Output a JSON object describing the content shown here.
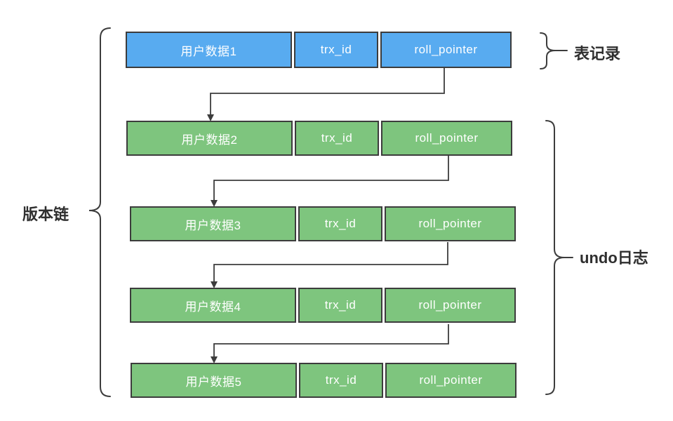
{
  "colors": {
    "table_record_fill": "#58abf0",
    "undo_log_fill": "#7ec57e",
    "border": "#3c3c3c",
    "line": "#3c3c3c",
    "label_text": "#2f2f2f",
    "cell_text": "#ffffff"
  },
  "labels": {
    "version_chain": "版本链",
    "table_record": "表记录",
    "undo_log": "undo日志"
  },
  "rows": [
    {
      "kind": "table-record",
      "cells": [
        "用户数据1",
        "trx_id",
        "roll_pointer"
      ]
    },
    {
      "kind": "undo-log",
      "cells": [
        "用户数据2",
        "trx_id",
        "roll_pointer"
      ]
    },
    {
      "kind": "undo-log",
      "cells": [
        "用户数据3",
        "trx_id",
        "roll_pointer"
      ]
    },
    {
      "kind": "undo-log",
      "cells": [
        "用户数据4",
        "trx_id",
        "roll_pointer"
      ]
    },
    {
      "kind": "undo-log",
      "cells": [
        "用户数据5",
        "trx_id",
        "roll_pointer"
      ]
    }
  ]
}
